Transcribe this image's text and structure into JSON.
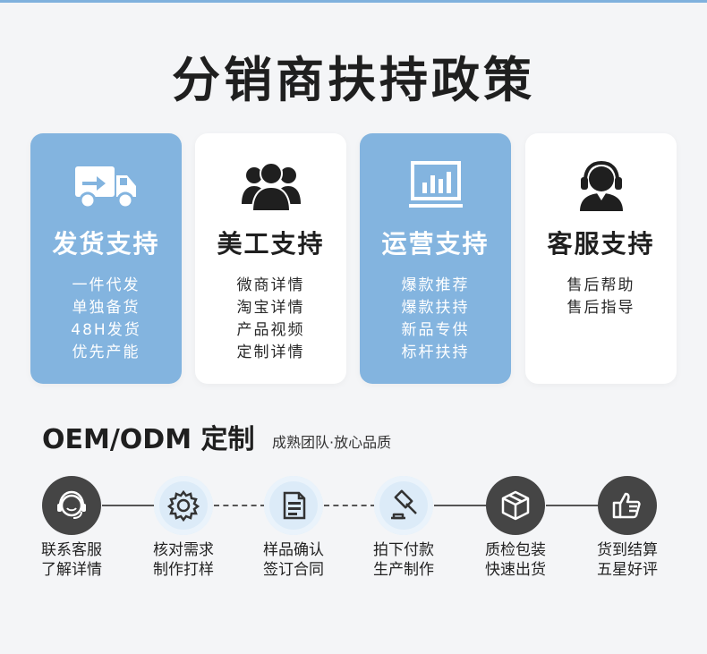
{
  "title": "分销商扶持政策",
  "cards": [
    {
      "title": "发货支持",
      "items": [
        "一件代发",
        "单独备货",
        "48H发货",
        "优先产能"
      ],
      "icon": "truck-icon"
    },
    {
      "title": "美工支持",
      "items": [
        "微商详情",
        "淘宝详情",
        "产品视频",
        "定制详情"
      ],
      "icon": "team-icon"
    },
    {
      "title": "运营支持",
      "items": [
        "爆款推荐",
        "爆款扶持",
        "新品专供",
        "标杆扶持"
      ],
      "icon": "bar-chart-icon"
    },
    {
      "title": "客服支持",
      "items": [
        "售后帮助",
        "售后指导"
      ],
      "icon": "headset-agent-icon"
    }
  ],
  "oem": {
    "title": "OEM/ODM 定制",
    "subtitle": "成熟团队·放心品质"
  },
  "steps": [
    {
      "line1": "联系客服",
      "line2": "了解详情",
      "icon": "customer-service-icon"
    },
    {
      "line1": "核对需求",
      "line2": "制作打样",
      "icon": "gear-icon"
    },
    {
      "line1": "样品确认",
      "line2": "签订合同",
      "icon": "document-icon"
    },
    {
      "line1": "拍下付款",
      "line2": "生产制作",
      "icon": "gavel-icon"
    },
    {
      "line1": "质检包装",
      "line2": "快速出货",
      "icon": "package-icon"
    },
    {
      "line1": "货到结算",
      "line2": "五星好评",
      "icon": "thumbs-up-icon"
    }
  ],
  "colors": {
    "accent_blue": "#83b4df",
    "dark_circle": "#454545",
    "light_circle": "#dcebf8",
    "background": "#f4f5f7"
  }
}
